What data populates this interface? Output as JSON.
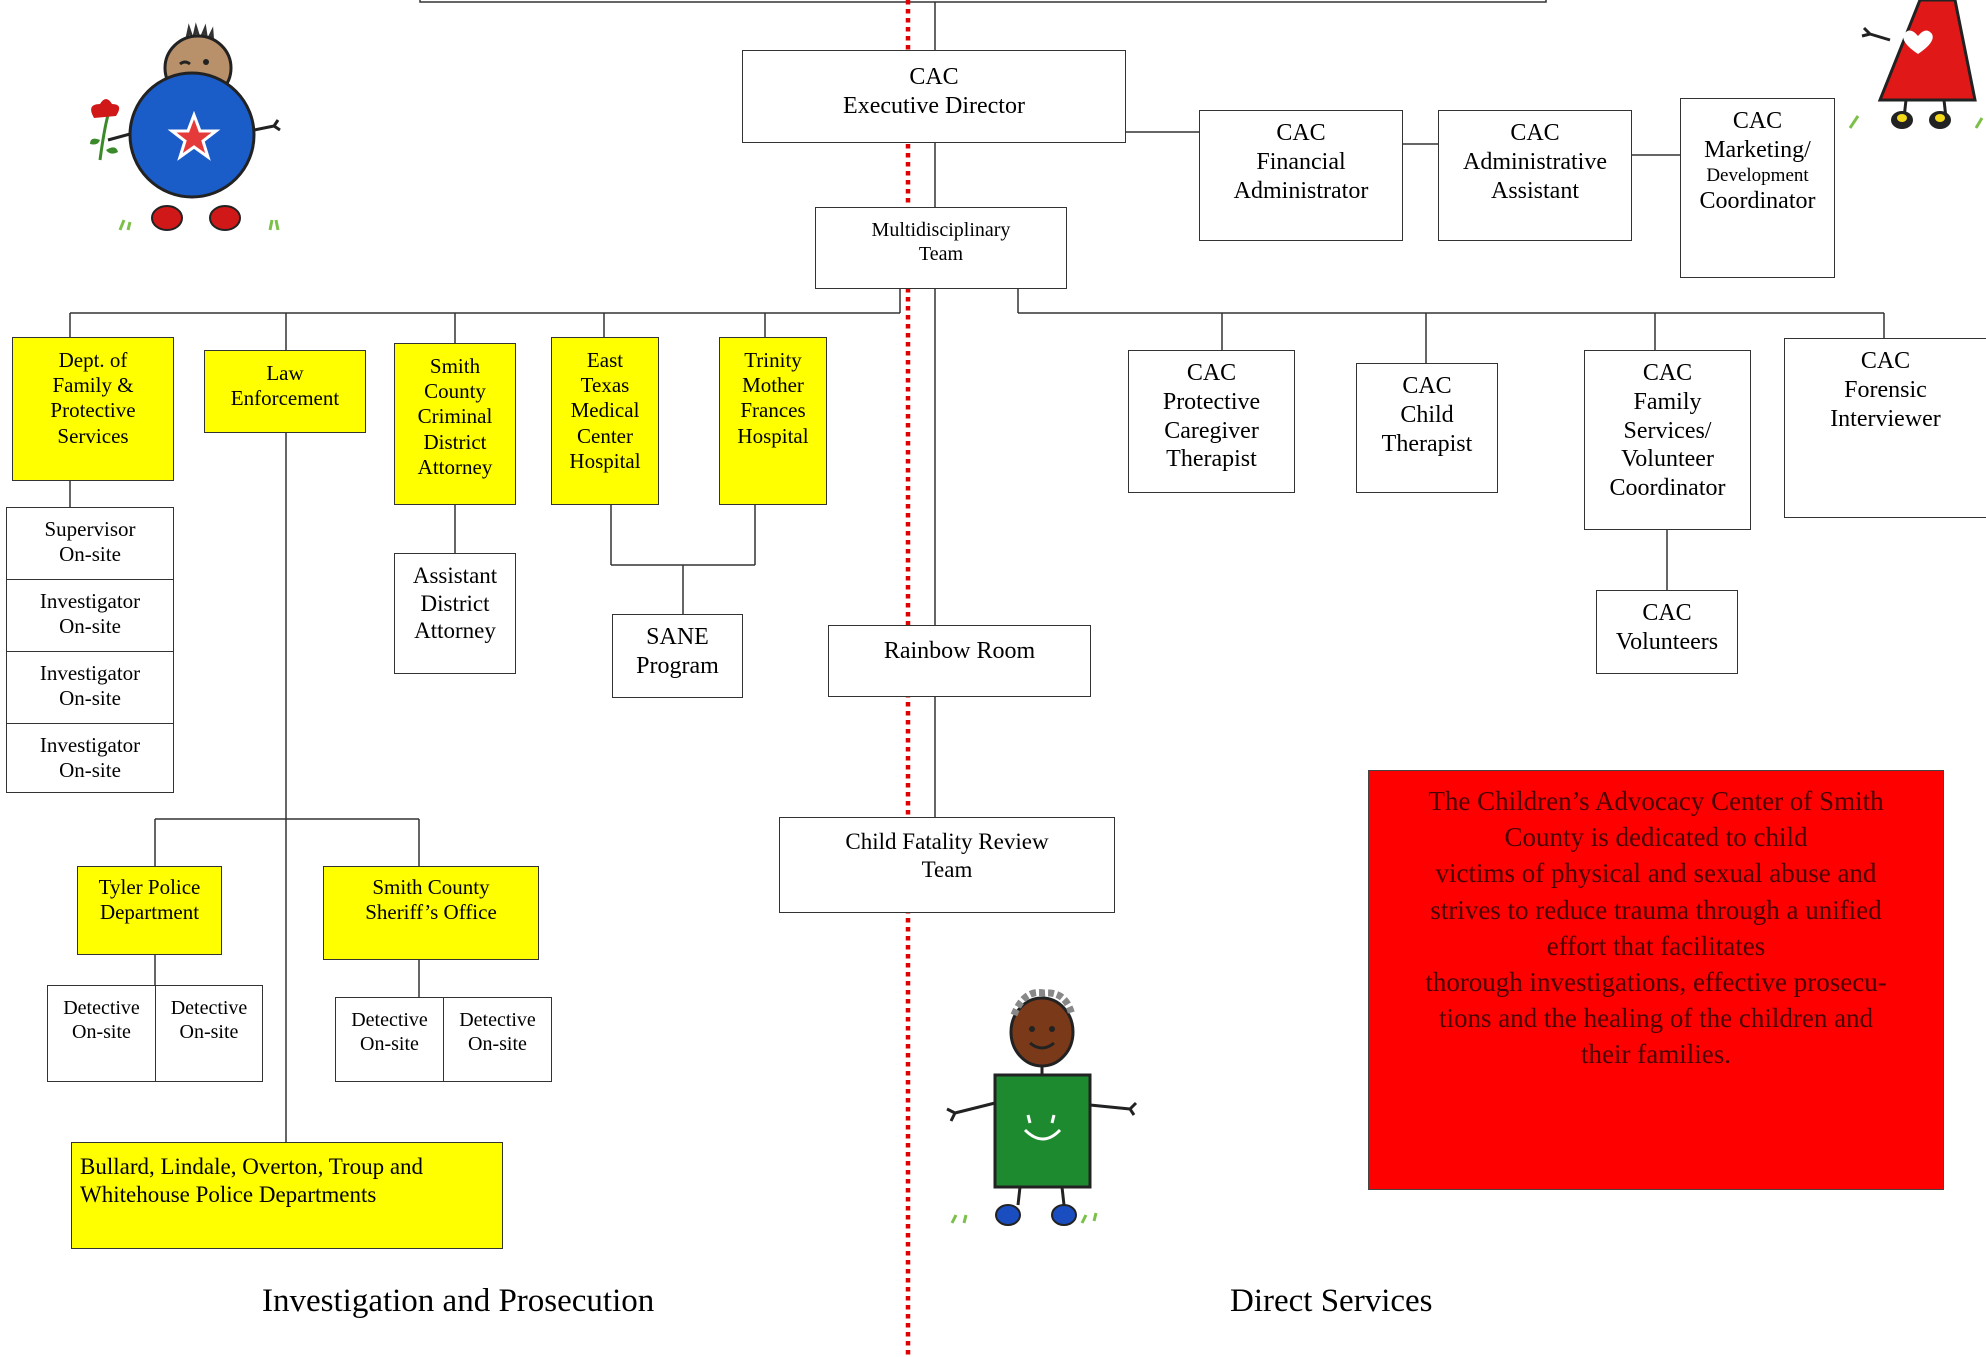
{
  "boxes": {
    "cac_exec": [
      "CAC",
      "Executive Director"
    ],
    "cac_fin": [
      "CAC",
      "Financial",
      "Administrator"
    ],
    "cac_admin": [
      "CAC",
      "Administrative",
      "Assistant"
    ],
    "cac_mkt": [
      "CAC",
      "Marketing/",
      "Development",
      "Coordinator"
    ],
    "mdt": [
      "Multidisciplinary",
      "Team"
    ],
    "dfps": [
      "Dept. of",
      "Family &",
      "Protective",
      "Services"
    ],
    "law": [
      "Law",
      "Enforcement"
    ],
    "smith_da": [
      "Smith",
      "County",
      "Criminal",
      "District",
      "Attorney"
    ],
    "etmc": [
      "East",
      "Texas",
      "Medical",
      "Center",
      "Hospital"
    ],
    "trinity": [
      "Trinity",
      "Mother",
      "Frances",
      "Hospital"
    ],
    "cac_pct": [
      "CAC",
      "Protective",
      "Caregiver",
      "Therapist"
    ],
    "cac_child": [
      "CAC",
      "Child",
      "Therapist"
    ],
    "cac_family": [
      "CAC",
      "Family",
      "Services/",
      "Volunteer",
      "Coordinator"
    ],
    "cac_forensic": [
      "CAC",
      "Forensic",
      "Interviewer"
    ],
    "sup1": [
      "Supervisor",
      "On-site"
    ],
    "inv1": [
      "Investigator",
      "On-site"
    ],
    "inv2": [
      "Investigator",
      "On-site"
    ],
    "inv3": [
      "Investigator",
      "On-site"
    ],
    "ada": [
      "Assistant",
      "District",
      "Attorney"
    ],
    "sane": [
      "SANE",
      "Program"
    ],
    "rainbow": [
      "Rainbow Room"
    ],
    "cac_vol": [
      "CAC",
      "Volunteers"
    ],
    "tyler_pd": [
      "Tyler Police",
      "Department"
    ],
    "smith_so": [
      "Smith County",
      "Sheriff’s Office"
    ],
    "det1": [
      "Detective",
      "On-site"
    ],
    "det2": [
      "Detective",
      "On-site"
    ],
    "det3": [
      "Detective",
      "On-site"
    ],
    "det4": [
      "Detective",
      "On-site"
    ],
    "cfrt": [
      "Child Fatality Review",
      "Team"
    ],
    "bullard": [
      "Bullard, Lindale, Overton, Troup and",
      "Whitehouse Police Departments"
    ]
  },
  "sections": {
    "left": "Investigation and Prosecution",
    "right": "Direct Services"
  },
  "mission": [
    "The Children’s Advocacy Center of Smith",
    "County is dedicated to child",
    "victims of physical and sexual abuse and",
    "strives to reduce trauma through a unified",
    "effort that facilitates",
    "thorough investigations, effective prosecu-",
    "tions and the healing of the children and",
    "their families."
  ],
  "colors": {
    "highlight": "#ffff00",
    "mission_bg": "#ff0000",
    "divider": "#e00000",
    "connector": "#333333"
  }
}
